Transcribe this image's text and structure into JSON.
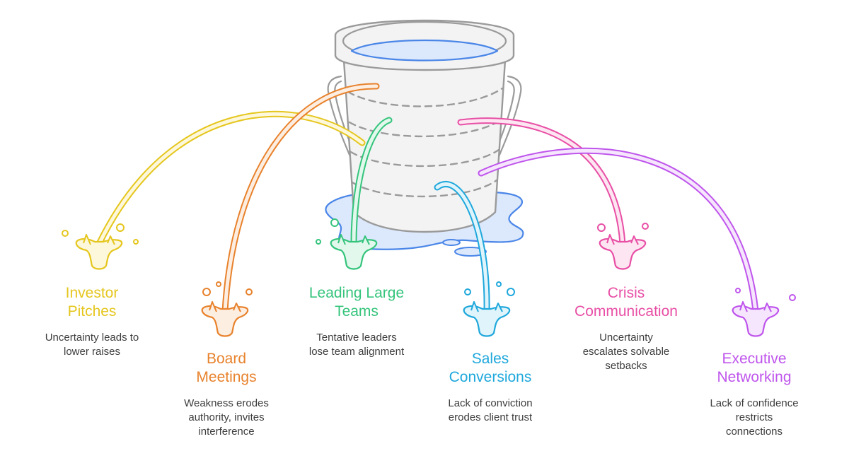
{
  "diagram": {
    "concept": "leaky-bucket",
    "bucket_icon": "bucket-icon",
    "puddle_icon": "puddle-icon"
  },
  "items": [
    {
      "id": "investor-pitches",
      "title": "Investor Pitches",
      "title_lines": [
        "Investor",
        "Pitches"
      ],
      "description_lines": [
        "Uncertainty leads to",
        "lower raises"
      ],
      "color": "#e5c61d",
      "fill": "#fdf8dc"
    },
    {
      "id": "board-meetings",
      "title": "Board Meetings",
      "title_lines": [
        "Board",
        "Meetings"
      ],
      "description_lines": [
        "Weakness erodes",
        "authority, invites",
        "interference"
      ],
      "color": "#e8822c",
      "fill": "#fdeee2"
    },
    {
      "id": "leading-large-teams",
      "title": "Leading Large Teams",
      "title_lines": [
        "Leading Large",
        "Teams"
      ],
      "description_lines": [
        "Tentative leaders",
        "lose team alignment"
      ],
      "color": "#34c47c",
      "fill": "#e3f8ec"
    },
    {
      "id": "sales-conversions",
      "title": "Sales Conversions",
      "title_lines": [
        "Sales",
        "Conversions"
      ],
      "description_lines": [
        "Lack of conviction",
        "erodes client trust"
      ],
      "color": "#1fa8dc",
      "fill": "#e0f4fb"
    },
    {
      "id": "crisis-communication",
      "title": "Crisis Communication",
      "title_lines": [
        "Crisis",
        "Communication"
      ],
      "description_lines": [
        "Uncertainty",
        "escalates solvable",
        "setbacks"
      ],
      "color": "#e84fa5",
      "fill": "#fde6f2"
    },
    {
      "id": "executive-networking",
      "title": "Executive Networking",
      "title_lines": [
        "Executive",
        "Networking"
      ],
      "description_lines": [
        "Lack of confidence",
        "restricts",
        "connections"
      ],
      "color": "#bf55ec",
      "fill": "#f6e6fd"
    }
  ],
  "colors": {
    "bucket_stroke": "#9a9a9a",
    "bucket_fill": "#f3f3f3",
    "water_stroke": "#4a86e8",
    "water_fill": "#dce8fb",
    "text": "#3d3d3d"
  }
}
